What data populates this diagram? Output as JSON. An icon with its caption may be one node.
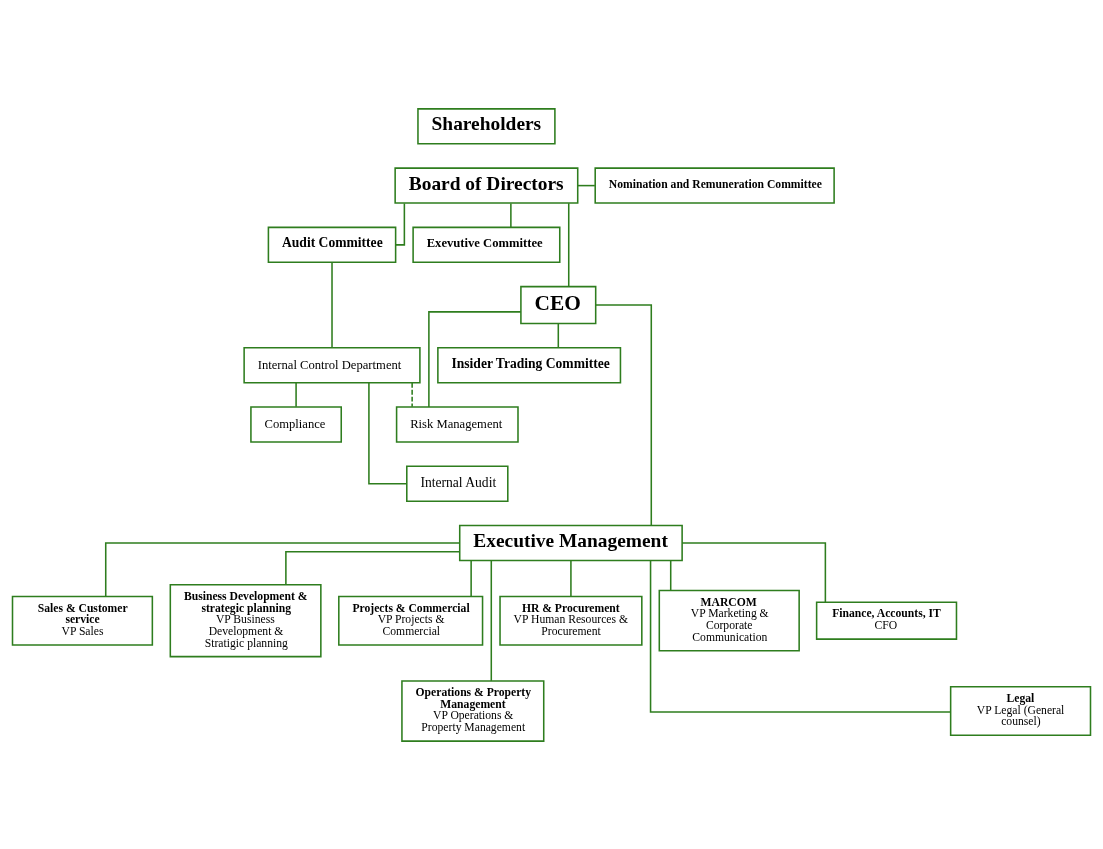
{
  "diagram": {
    "nodes": [
      {
        "text": [
          "Shareholders"
        ]
      },
      {
        "text": [
          "Board of Directors"
        ]
      },
      {
        "text": [
          "Nomination and Remuneration Committee"
        ]
      },
      {
        "text": [
          "Exevutive Committee"
        ]
      },
      {
        "text": [
          "Audit Committee"
        ]
      },
      {
        "text": [
          "CEO"
        ]
      },
      {
        "text": [
          "Internal Control Department"
        ]
      },
      {
        "text": [
          "Insider Trading Committee"
        ]
      },
      {
        "text": [
          "Risk Management"
        ]
      },
      {
        "text": [
          "Compliance"
        ]
      },
      {
        "text": [
          "Internal Audit"
        ]
      },
      {
        "text": [
          "Executive Management"
        ]
      },
      {
        "text": [
          "Sales & Customer service",
          "VP Sales"
        ]
      },
      {
        "text": [
          "Business Development & strategic planning",
          "VP Business Development & Stratigic planning"
        ]
      },
      {
        "text": [
          "Projects & Commercial",
          "VP Projects & Commercial"
        ]
      },
      {
        "text": [
          "HR & Procurement",
          "VP Human Resources & Procurement"
        ]
      },
      {
        "text": [
          "MARCOM",
          "VP Marketing & Corporate Communication"
        ]
      },
      {
        "text": [
          "Finance, Accounts, IT",
          "CFO"
        ]
      },
      {
        "text": [
          "Operations & Property Management",
          "VP Operations & Property Management"
        ]
      },
      {
        "text": [
          "Legal",
          "VP Legal (General counsel)"
        ]
      }
    ],
    "edges": [
      {
        "from": 1,
        "to": 2,
        "arrow": "none"
      },
      {
        "from": 1,
        "to": 3,
        "arrow": "none"
      },
      {
        "from": 1,
        "to": 4,
        "arrow": "none"
      },
      {
        "from": 1,
        "to": 5,
        "arrow": "none"
      },
      {
        "from": 4,
        "to": 6,
        "arrow": "none"
      },
      {
        "from": 5,
        "to": 7,
        "arrow": "none"
      },
      {
        "from": 5,
        "to": 8,
        "arrow": "none"
      },
      {
        "from": 6,
        "to": 8,
        "arrow": "none",
        "style": "dashed"
      },
      {
        "from": 6,
        "to": 9,
        "arrow": "none"
      },
      {
        "from": 6,
        "to": 10,
        "arrow": "none"
      },
      {
        "from": 5,
        "to": 11,
        "arrow": "none"
      },
      {
        "from": 11,
        "to": 12,
        "arrow": "none"
      },
      {
        "from": 11,
        "to": 13,
        "arrow": "none"
      },
      {
        "from": 11,
        "to": 18,
        "arrow": "none"
      },
      {
        "from": 11,
        "to": 14,
        "arrow": "none"
      },
      {
        "from": 11,
        "to": 15,
        "arrow": "none"
      },
      {
        "from": 11,
        "to": 19,
        "arrow": "none"
      },
      {
        "from": 11,
        "to": 16,
        "arrow": "none"
      },
      {
        "from": 11,
        "to": 17,
        "arrow": "none"
      }
    ]
  }
}
